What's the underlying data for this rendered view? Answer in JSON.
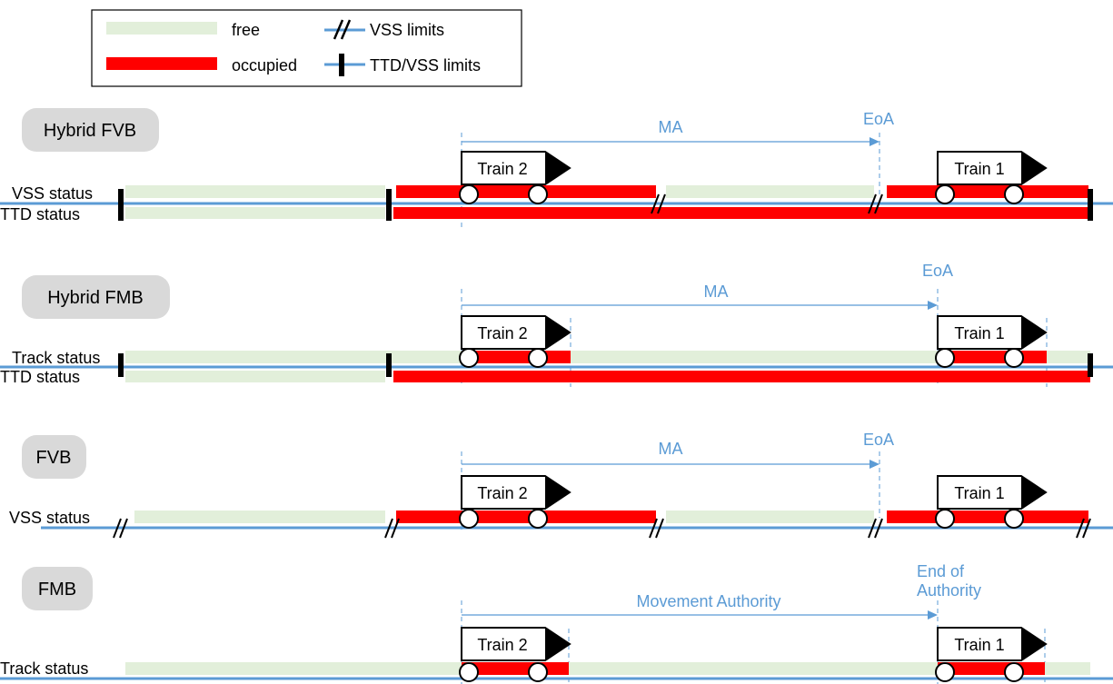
{
  "legend": {
    "free_label": "free",
    "occupied_label": "occupied",
    "vss_limits_label": "VSS limits",
    "ttd_vss_limits_label": "TTD/VSS limits"
  },
  "colors": {
    "free": "#e2efda",
    "occupied": "#ff0000",
    "track_line": "#5b9bd5",
    "annotation": "#5b9bd5",
    "section_badge": "#d9d9d9"
  },
  "sections": [
    {
      "title": "Hybrid FVB",
      "row_labels": [
        "VSS status",
        "TTD status"
      ],
      "ma_label": "MA",
      "eoa_label": "EoA",
      "trains": [
        "Train 2",
        "Train 1"
      ]
    },
    {
      "title": "Hybrid FMB",
      "row_labels": [
        "Track status",
        "TTD status"
      ],
      "ma_label": "MA",
      "eoa_label": "EoA",
      "trains": [
        "Train 2",
        "Train 1"
      ]
    },
    {
      "title": "FVB",
      "row_labels": [
        "VSS status"
      ],
      "ma_label": "MA",
      "eoa_label": "EoA",
      "trains": [
        "Train 2",
        "Train 1"
      ]
    },
    {
      "title": "FMB",
      "row_labels": [
        "Track status"
      ],
      "ma_label": "Movement Authority",
      "eoa_label_lines": [
        "End of",
        "Authority"
      ],
      "trains": [
        "Train 2",
        "Train 1"
      ]
    }
  ]
}
